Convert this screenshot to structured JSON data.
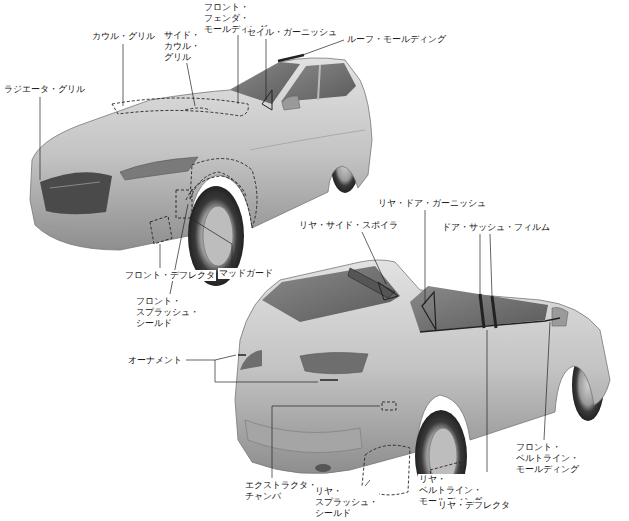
{
  "diagram": {
    "labels": [
      "フロント・フェンダ・ モールディング",
      "カウル・グリル",
      "サイド・カウル・ グリル",
      "セイル・ガーニッシュ",
      "ルーフ・モールディング",
      "ラジエータ・グリル",
      "フロント・デフレクタ",
      "マッドガード",
      "フロント・スプラッシュ・ シールド",
      "リヤ・ドア・ガーニッシュ",
      "リヤ・サイド・スポイラ",
      "ドア・サッシュ・フィルム",
      "オーナメント",
      "フロント・ベルトライン・ モールディング",
      "リヤ・ベルトライン・ モールディング",
      "エクストラクタ・ チャンバ",
      "リヤ・スプラッシュ・ シールド",
      "リヤ・デフレクタ"
    ]
  }
}
